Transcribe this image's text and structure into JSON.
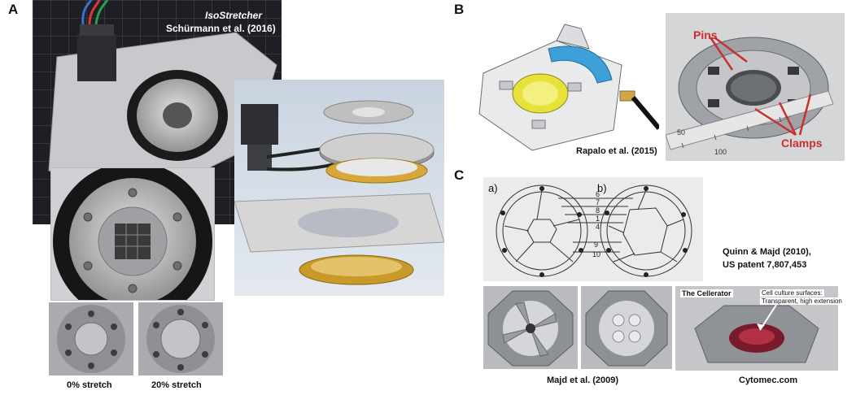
{
  "panels": {
    "a": {
      "letter": "A",
      "title_italic": "IsoStretcher",
      "citation": "Schürmann et al. (2016)",
      "stretch_0": "0% stretch",
      "stretch_20": "20% stretch"
    },
    "b": {
      "letter": "B",
      "citation": "Rapalo et al. (2015)",
      "pins_label": "Pins",
      "clamps_label": "Clamps",
      "ruler_marks": [
        "50",
        "100"
      ]
    },
    "c": {
      "letter": "C",
      "schematic_a": "a)",
      "schematic_b": "b)",
      "numbers": [
        "6",
        "7",
        "8",
        "1",
        "4",
        "9",
        "10"
      ],
      "quinn_line1": "Quinn & Majd (2010),",
      "quinn_line2": "US patent 7,807,453",
      "majd_citation": "Majd et al. (2009)",
      "cytomec": "Cytomec.com",
      "cellerator_title": "The Cellerator",
      "cell_culture_note_1": "Cell culture surfaces:",
      "cell_culture_note_2": "Transparent, high extension"
    }
  },
  "colors": {
    "accent_red": "#c8312e",
    "accent_blue": "#3ea0d8",
    "accent_yellow": "#e7e23a",
    "gold": "#c89a2a"
  }
}
